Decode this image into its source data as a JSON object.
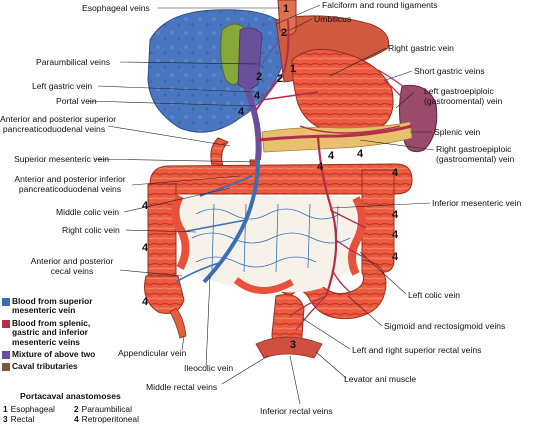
{
  "labels": {
    "esophageal_veins": "Esophageal veins",
    "falciform": "Falciform and round ligaments",
    "umbilicus": "Umbilicus",
    "paraumbilical": "Paraumbilical veins",
    "right_gastric": "Right gastric vein",
    "short_gastric": "Short gastric veins",
    "left_gastric": "Left gastric vein",
    "left_gastroepiploic_1": "Left gastroepiploic",
    "left_gastroepiploic_2": "(gastroomental) vein",
    "portal": "Portal vein",
    "ant_post_sup_1": "Anterior and posterior superior",
    "ant_post_sup_2": "pancreaticoduodenal veins",
    "splenic": "Splenic vein",
    "sup_mesenteric": "Superior mesenteric vein",
    "right_gastroepiploic_1": "Right gastroepiploic",
    "right_gastroepiploic_2": "(gastroomental) vein",
    "ant_post_inf_1": "Anterior and posterior inferior",
    "ant_post_inf_2": "pancreaticoduodenal veins",
    "inf_mesenteric": "Inferior mesenteric vein",
    "middle_colic": "Middle colic vein",
    "right_colic": "Right colic vein",
    "ant_post_cecal_1": "Anterior and posterior",
    "ant_post_cecal_2": "cecal veins",
    "left_colic": "Left colic vein",
    "sigmoid": "Sigmoid and rectosigmoid veins",
    "appendicular": "Appendicular vein",
    "sup_rectal": "Left and right superior rectal veins",
    "ileocolic": "Ileocolic vein",
    "levator": "Levator ani muscle",
    "middle_rectal": "Middle rectal veins",
    "inf_rectal": "Inferior rectal veins"
  },
  "legend": [
    {
      "text_1": "Blood from superior",
      "text_2": "mesenteric vein",
      "color": "#3a6fb5"
    },
    {
      "text_1": "Blood from splenic,",
      "text_2": "gastric and inferior",
      "text_3": "mesenteric veins",
      "color": "#b0304a"
    },
    {
      "text_1": "Mixture of above two",
      "color": "#6a4f9a"
    },
    {
      "text_1": "Caval tributaries",
      "color": "#7a5540"
    }
  ],
  "anastomoses": {
    "title": "Portacaval anastomoses",
    "items": [
      {
        "num": "1",
        "name": "Esophageal"
      },
      {
        "num": "2",
        "name": "Paraumbilical"
      },
      {
        "num": "3",
        "name": "Rectal"
      },
      {
        "num": "4",
        "name": "Retroperitoneal"
      }
    ]
  },
  "markers": [
    "1",
    "2",
    "3",
    "4"
  ],
  "colors": {
    "liver_blue": "#4a76c0",
    "gallbladder": "#86a83a",
    "intestine": "#e8523c",
    "vein_blue": "#3a6fb5",
    "vein_purple": "#6a4f9a",
    "spleen": "#9a4a6a",
    "pancreas": "#e8c070"
  }
}
